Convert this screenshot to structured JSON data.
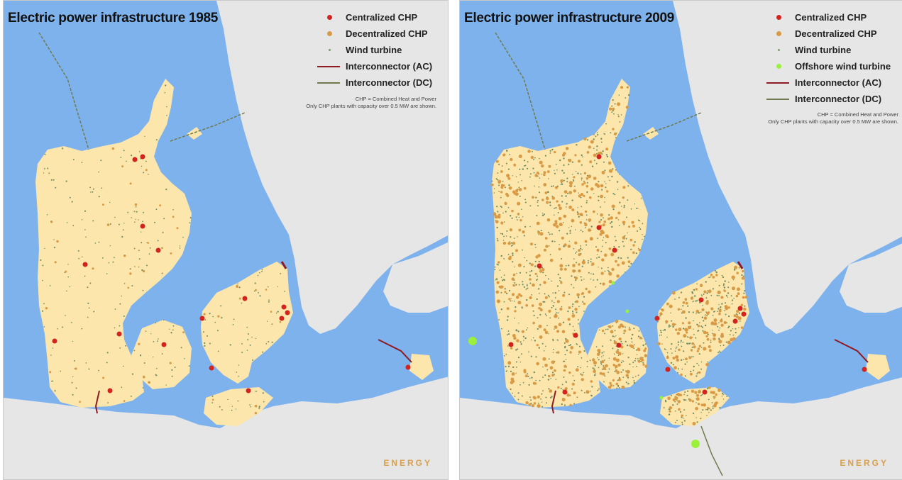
{
  "colors": {
    "sea": "#7eb2ec",
    "land_denmark": "#fde6ab",
    "land_other": "#e6e6e6",
    "centralized_chp": "#d2231e",
    "decentralized_chp": "#d99a45",
    "wind_turbine": "#6f8c63",
    "offshore_wind": "#9bf03c",
    "interconnector_ac": "#8e1b24",
    "interconnector_dc": "#6f7a4e"
  },
  "maps": [
    {
      "title": "Electric power infrastructure 1985",
      "legend": [
        {
          "label": "Centralized CHP",
          "icon": "red-dot"
        },
        {
          "label": "Decentralized CHP",
          "icon": "orange-dot"
        },
        {
          "label": "Wind turbine",
          "icon": "tiny-dot"
        },
        {
          "label": "Interconnector (AC)",
          "icon": "ac-line"
        },
        {
          "label": "Interconnector (DC)",
          "icon": "dc-line"
        }
      ],
      "note_line1": "CHP = Combined Heat and Power",
      "note_line2": "Only CHP plants with capacity over 0.5 MW are shown.",
      "logo": "ENERGY"
    },
    {
      "title": "Electric power infrastructure 2009",
      "legend": [
        {
          "label": "Centralized CHP",
          "icon": "red-dot"
        },
        {
          "label": "Decentralized CHP",
          "icon": "orange-dot"
        },
        {
          "label": "Wind turbine",
          "icon": "tiny-dot"
        },
        {
          "label": "Offshore wind turbine",
          "icon": "green-dot"
        },
        {
          "label": "Interconnector (AC)",
          "icon": "ac-line"
        },
        {
          "label": "Interconnector (DC)",
          "icon": "dc-line"
        }
      ],
      "note_line1": "CHP = Combined Heat and Power",
      "note_line2": "Only CHP plants with capacity over 0.5 MW are shown.",
      "logo": "ENERGY"
    }
  ]
}
